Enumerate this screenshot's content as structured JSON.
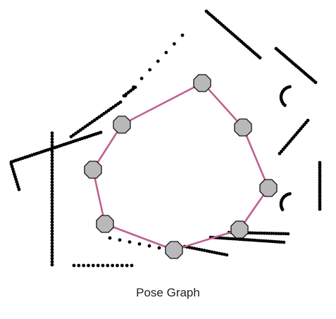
{
  "caption": "Pose Graph",
  "colors": {
    "background": "#ffffff",
    "landmark_points": "#000000",
    "pose_node_fill": "#b9b9bb",
    "pose_node_stroke": "#111111",
    "odometry_edge": "#c0608f",
    "loop_closure_edge": "#62c4c4"
  },
  "nodes": [
    {
      "id": "pose-1"
    },
    {
      "id": "pose-2"
    },
    {
      "id": "pose-3"
    },
    {
      "id": "pose-4"
    },
    {
      "id": "pose-5"
    },
    {
      "id": "pose-6"
    },
    {
      "id": "pose-7"
    },
    {
      "id": "pose-8"
    },
    {
      "id": "pose-9"
    }
  ],
  "edges": [
    {
      "from": "pose-1",
      "to": "pose-2",
      "kind": "odometry"
    },
    {
      "from": "pose-2",
      "to": "pose-3",
      "kind": "odometry"
    },
    {
      "from": "pose-3",
      "to": "pose-4",
      "kind": "odometry"
    },
    {
      "from": "pose-4",
      "to": "pose-5",
      "kind": "odometry"
    },
    {
      "from": "pose-5",
      "to": "pose-6",
      "kind": "odometry"
    },
    {
      "from": "pose-6",
      "to": "pose-7",
      "kind": "odometry"
    },
    {
      "from": "pose-7",
      "to": "pose-8",
      "kind": "odometry"
    },
    {
      "from": "pose-8",
      "to": "pose-9",
      "kind": "odometry"
    },
    {
      "from": "pose-9",
      "to": "pose-1",
      "kind": "loop_closure"
    }
  ]
}
